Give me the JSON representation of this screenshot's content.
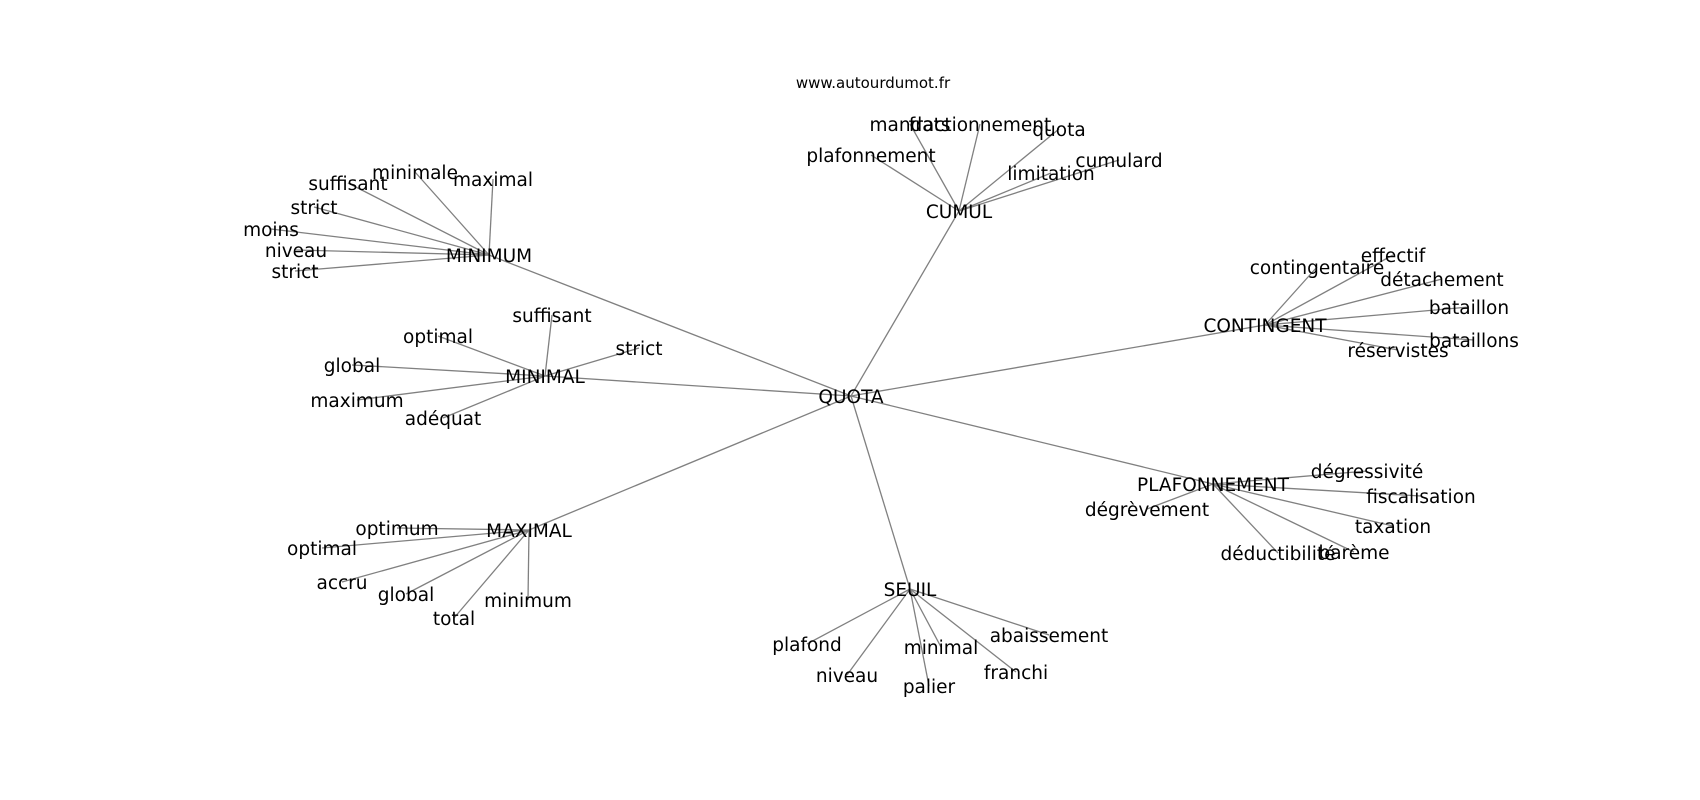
{
  "source": "www.autourdumot.fr",
  "center": "QUOTA",
  "clusters": [
    {
      "hub": "CUMUL",
      "words": [
        "mandats",
        "fractionnement",
        "quota",
        "plafonnement",
        "cumulard",
        "limitation"
      ]
    },
    {
      "hub": "MINIMUM",
      "words": [
        "minimale",
        "suffisant",
        "maximal",
        "strict",
        "moins",
        "niveau",
        "strict"
      ]
    },
    {
      "hub": "CONTINGENT",
      "words": [
        "contingentaire",
        "effectif",
        "détachement",
        "bataillon",
        "bataillons",
        "réservistes"
      ]
    },
    {
      "hub": "MINIMAL",
      "words": [
        "suffisant",
        "optimal",
        "strict",
        "global",
        "maximum",
        "adéquat"
      ]
    },
    {
      "hub": "PLAFONNEMENT",
      "words": [
        "dégressivité",
        "dégrèvement",
        "fiscalisation",
        "taxation",
        "déductibilité",
        "barème"
      ]
    },
    {
      "hub": "MAXIMAL",
      "words": [
        "optimum",
        "optimal",
        "accru",
        "global",
        "minimum",
        "total"
      ]
    },
    {
      "hub": "SEUIL",
      "words": [
        "plafond",
        "abaissement",
        "minimal",
        "niveau",
        "palier",
        "franchi"
      ]
    }
  ]
}
